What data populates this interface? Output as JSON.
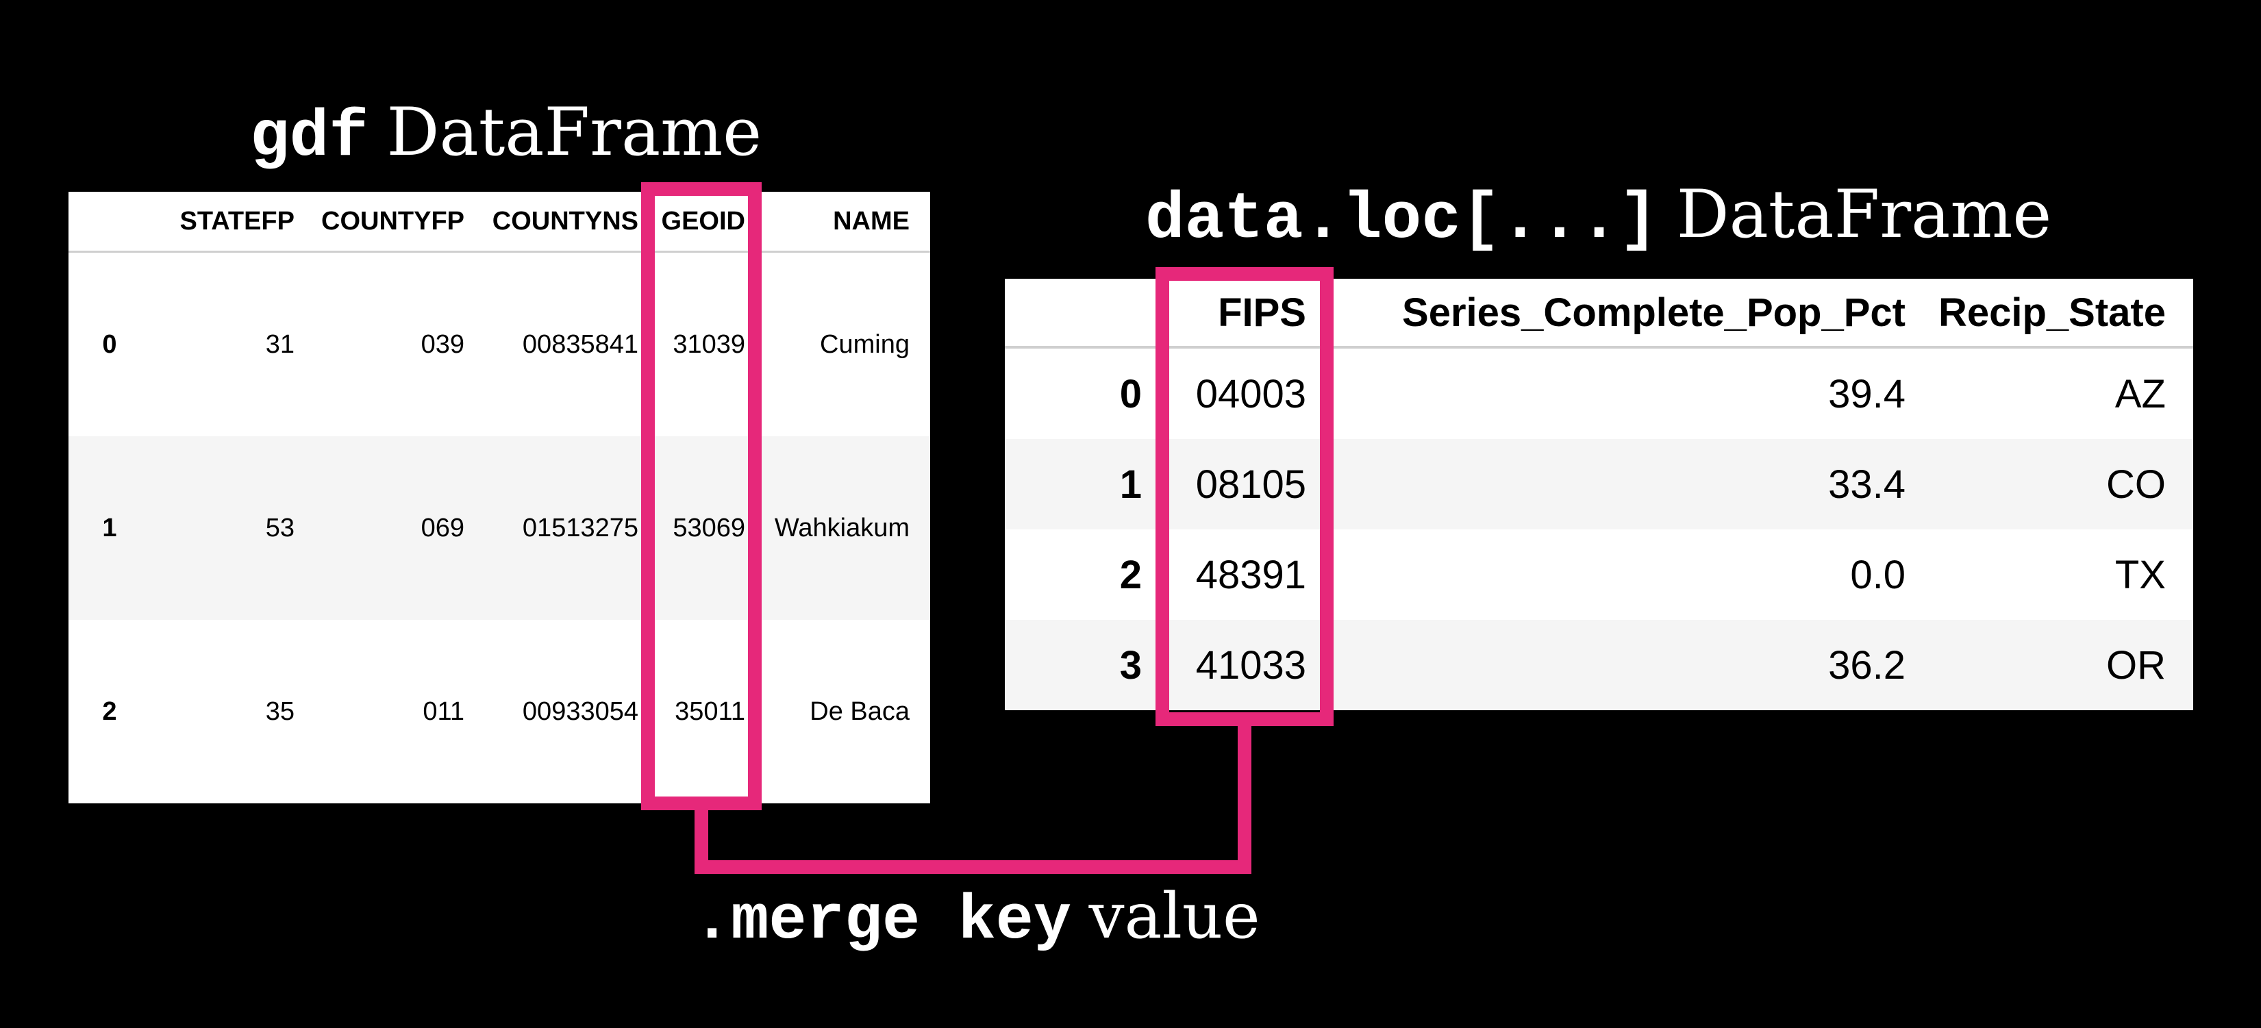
{
  "titles": {
    "left_code": "gdf",
    "left_text": "DataFrame",
    "right_code": "data.loc[...]",
    "right_text": "DataFrame",
    "bottom_code": ".merge key",
    "bottom_text": "value"
  },
  "gdf_table": {
    "columns": [
      "STATEFP",
      "COUNTYFP",
      "COUNTYNS",
      "GEOID",
      "NAME"
    ],
    "rows": [
      {
        "index": "0",
        "STATEFP": "31",
        "COUNTYFP": "039",
        "COUNTYNS": "00835841",
        "GEOID": "31039",
        "NAME": "Cuming"
      },
      {
        "index": "1",
        "STATEFP": "53",
        "COUNTYFP": "069",
        "COUNTYNS": "01513275",
        "GEOID": "53069",
        "NAME": "Wahkiakum"
      },
      {
        "index": "2",
        "STATEFP": "35",
        "COUNTYFP": "011",
        "COUNTYNS": "00933054",
        "GEOID": "35011",
        "NAME": "De Baca"
      }
    ]
  },
  "data_table": {
    "columns": [
      "FIPS",
      "Series_Complete_Pop_Pct",
      "Recip_State"
    ],
    "rows": [
      {
        "index": "0",
        "FIPS": "04003",
        "Series_Complete_Pop_Pct": "39.4",
        "Recip_State": "AZ"
      },
      {
        "index": "1",
        "FIPS": "08105",
        "Series_Complete_Pop_Pct": "33.4",
        "Recip_State": "CO"
      },
      {
        "index": "2",
        "FIPS": "48391",
        "Series_Complete_Pop_Pct": "0.0",
        "Recip_State": "TX"
      },
      {
        "index": "3",
        "FIPS": "41033",
        "Series_Complete_Pop_Pct": "36.2",
        "Recip_State": "OR"
      }
    ]
  },
  "colors": {
    "background": "#000000",
    "highlight": "#e6287a",
    "table_bg": "#ffffff",
    "row_stripe": "#f5f5f5"
  }
}
